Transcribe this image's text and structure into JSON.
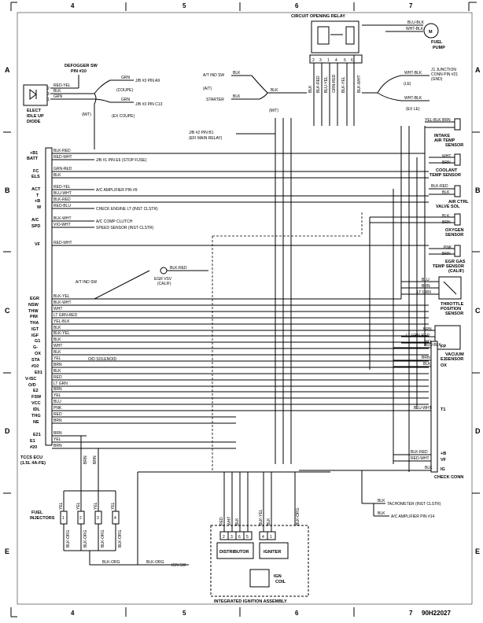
{
  "columns": [
    "4",
    "5",
    "6",
    "7"
  ],
  "rows": [
    "A",
    "B",
    "C",
    "D",
    "E"
  ],
  "figure_id": "90H22027",
  "ecu": {
    "title": "TCCS ECU",
    "subtitle": "(1.5L 4A-FE)",
    "pins": [
      "+B1",
      "BATT",
      "FC",
      "ELS",
      "ACT",
      "T",
      "+B",
      "W",
      "A/C",
      "SPD",
      "VF",
      "EGR",
      "NSW",
      "THW",
      "PIM",
      "THA",
      "IGT",
      "IGF",
      "G1",
      "G-",
      "OX",
      "STA",
      "#10",
      "E01",
      "V-ISC",
      "O/D",
      "E2",
      "FSW",
      "VCC",
      "IDL",
      "THG",
      "NE",
      "E21",
      "E1",
      "#20"
    ],
    "wires": [
      "BLK-RED",
      "RED-WHT",
      "GRN-RED",
      "BLK",
      "RED-YEL",
      "BLU-WHT",
      "BLK-RED",
      "RED-BLU",
      "BLK-WHT",
      "VIO-WHT",
      "RED-WHT",
      "BLK-YEL",
      "BLK-WHT",
      "WHT",
      "LT GRN-RED",
      "YEL-BLK",
      "BLK",
      "BLK-YEL",
      "BLK",
      "WHT",
      "BLK",
      "YEL",
      "BRN",
      "BLK",
      "RED",
      "LT GRN",
      "BRN",
      "YEL",
      "BLU",
      "PNK",
      "RED",
      "BRN",
      "BRN",
      "YEL",
      "BRN"
    ],
    "destinations": {
      "batt": "J/B #1 PIN E6 (STOP FUSE)",
      "act": "A/C AMPLIFIER PIN #9",
      "w": "CHECK ENGINE LT (INST CLSTR)",
      "ac": "A/C COMP CLUTCH",
      "spd": "SPEED SENSOR (INST CLSTR)",
      "od": "O/D SOLENOID"
    }
  },
  "idle_diode": {
    "title1": "ELECT",
    "title2": "IDLE UP",
    "title3": "DIODE",
    "pins": [
      "2",
      "3",
      "1"
    ],
    "wires": [
      "RED-YEL",
      "BLK",
      "GRN"
    ]
  },
  "defogger": {
    "title1": "DEFOGGER SW",
    "title2": "PIN #10"
  },
  "jb": {
    "left_a_wire": "GRN",
    "left_a_dest": "J/B #3 PIN A9",
    "coupe": "(COUPE)",
    "left_b_wire": "GRN",
    "left_b_dest": "J/B #3 PIN C13",
    "ex_coupe": "(EX COUPE)",
    "mt": "(M/T)"
  },
  "relay": {
    "title": "CIRCUIT OPENING RELAY",
    "pins": [
      "2",
      "3",
      "1",
      "4",
      "5",
      "6"
    ],
    "wires": [
      "BLK",
      "BLK-RED",
      "BLU-YEL",
      "GRN-RED",
      "BLK-YEL",
      "BLK-WHT"
    ]
  },
  "starter": {
    "at_ind": "A/T IND SW",
    "at": "(A/T)",
    "starter": "STARTER",
    "mt": "(M/T)",
    "wire1": "BLK",
    "wire2": "BLK",
    "wire3": "BLK"
  },
  "jb2": {
    "line1": "J/B #2 PIN B1",
    "line2": "(EFI MAIN RELAY)"
  },
  "fuel_pump": {
    "symbol": "M",
    "title1": "FUEL",
    "title2": "PUMP",
    "wire1": "BLU-BLK",
    "wire2": "WHT-BLK"
  },
  "jct": {
    "line1": "J1 JUNCTION",
    "line2": "CONN PIN #21",
    "line3": "(GND)",
    "wire1": "WHT-BLK",
    "at": "(LE)",
    "wire2": "WHT-BLK",
    "exle": "(EX LE)"
  },
  "sensors": {
    "iat": {
      "w0": "YEL-BLK",
      "w1": "BRN",
      "w2": "",
      "t1": "INTAKE",
      "t2": "AIR TEMP",
      "t3": "SENSOR"
    },
    "ect": {
      "w1": "WHT",
      "w2": "BRN",
      "t1": "COOLANT",
      "t2": "TEMP SENSOR"
    },
    "acv": {
      "w1": "BLK-RED",
      "w2": "BLK",
      "t1": "AIR CTRL",
      "t2": "VALVE SOL"
    },
    "o2": {
      "w1": "BLK",
      "w2": "BRN",
      "t1": "OXYGEN",
      "t2": "SENSOR"
    },
    "egr": {
      "w1": "PNK",
      "w2": "BRN",
      "t1": "EGR GAS",
      "t2": "TEMP SENSOR",
      "t3": "(CALIF)"
    },
    "tps": {
      "w1": "BLU",
      "w2": "BRN",
      "w3": "LT GRN",
      "t1": "THROTTLE",
      "t2": "POSITION",
      "t3": "SENSOR"
    },
    "vac": {
      "w1": "BRN",
      "w2": "LT GRN-RED",
      "w3": "YEL",
      "t1": "VACUUM",
      "t2": "SENSOR"
    }
  },
  "check": {
    "title": "CHECK CONN",
    "pins": [
      "FP",
      "E1",
      "OX",
      "T1",
      "+B",
      "VF",
      "IG"
    ],
    "wires": [
      "BLU-BLK",
      "BRN",
      "BLK",
      "BLU-WHT",
      "BLK-RED",
      "RED-WHT",
      "BLK"
    ]
  },
  "egr_vsv": {
    "t1": "EGR VSV",
    "t2": "(CALIF)",
    "wire": "BLK-RED",
    "at_ind": "A/T IND SW"
  },
  "injectors": {
    "t1": "FUEL",
    "t2": "INJECTORS",
    "n1": "1",
    "n2": "2",
    "n3": "3",
    "n4": "4",
    "wire_top": "YEL",
    "wire_bot": "BLK-ORG",
    "gnd_wire": "BRN"
  },
  "ign_sw": {
    "wire1": "BLK-ORG",
    "wire2": "BLK-ORG",
    "label": "IGN SW"
  },
  "ignition": {
    "title": "INTEGRATED IGNITION ASSEMBLY",
    "distributor": "DISTRIBUTOR",
    "igniter": "IGNITER",
    "coil1": "IGN",
    "coil2": "COIL",
    "pins": [
      "2",
      "3",
      "6",
      "5",
      "4",
      "1"
    ],
    "wires": [
      "RED",
      "WHT",
      "BLK",
      "BLK-YEL",
      "BLK",
      "BLK-ORG"
    ]
  },
  "tach": {
    "wire1": "BLK",
    "label1": "TACHOMETER (INST CLSTR)",
    "wire2": "BLK",
    "label2": "A/C AMPLIFIER PIN #14"
  }
}
